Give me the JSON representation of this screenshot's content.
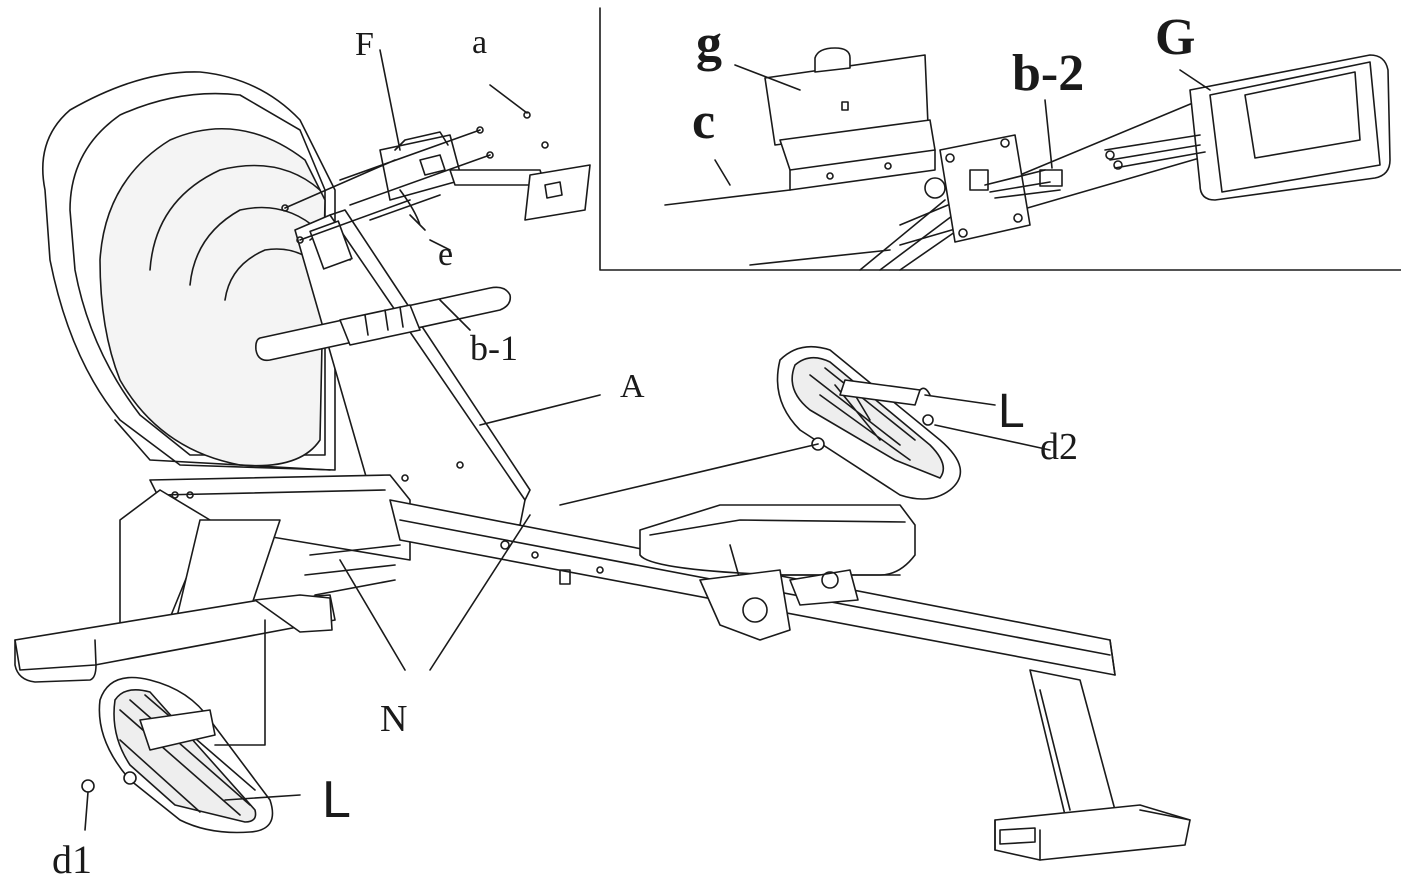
{
  "diagram": {
    "labels": {
      "F": "F",
      "a": "a",
      "e": "e",
      "b1": "b-1",
      "A": "A",
      "N": "N",
      "L_right": "L",
      "L_left": "L",
      "d1": "d1",
      "d2": "d2",
      "g": "g",
      "c": "c",
      "b2": "b-2",
      "G": "G"
    },
    "colors": {
      "line": "#1a1a1a",
      "fill": "#ffffff",
      "shade": "#e9e9e9"
    }
  }
}
